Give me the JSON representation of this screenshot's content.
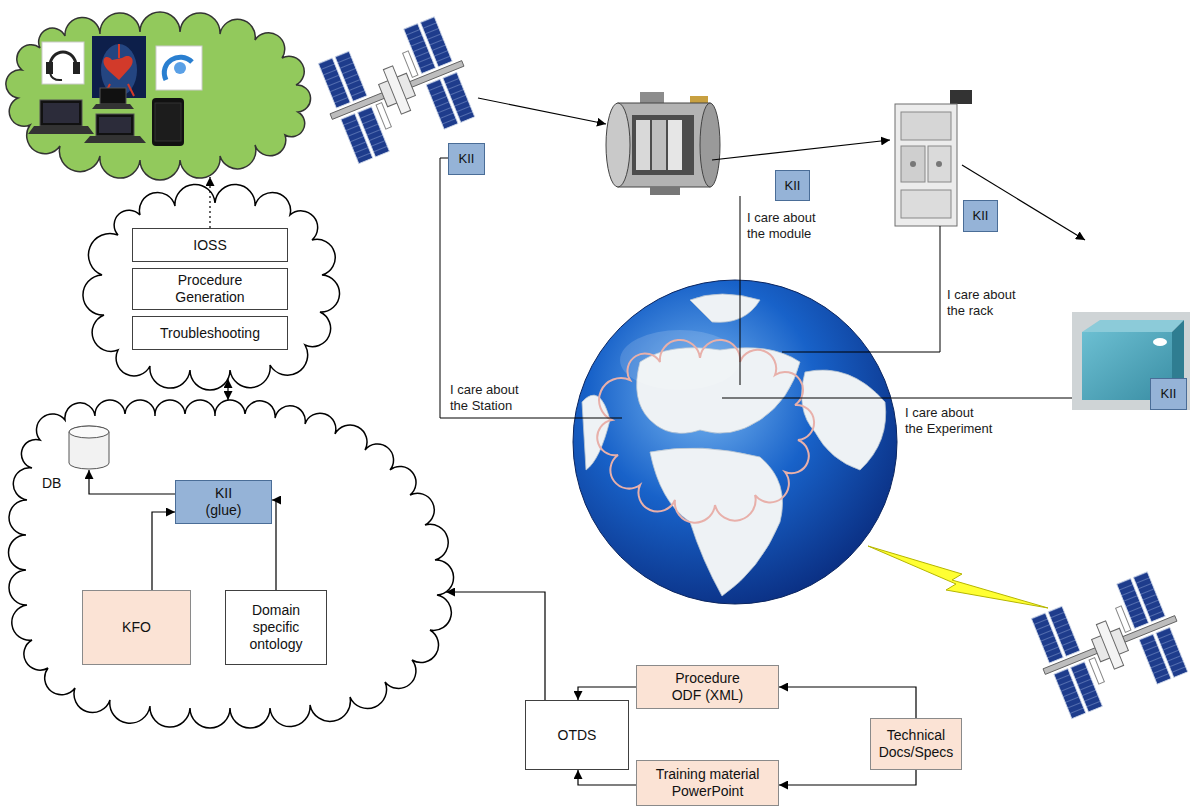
{
  "diagram": {
    "nodes": [
      {
        "text": [
          "IOSS"
        ]
      },
      {
        "text": [
          "Procedure Generation"
        ]
      },
      {
        "text": [
          "Troubleshooting"
        ]
      },
      {
        "text": [
          "KII"
        ]
      },
      {
        "text": [
          "KII"
        ]
      },
      {
        "text": [
          "KII"
        ]
      },
      {
        "text": [
          "KII"
        ]
      },
      {
        "text": [
          "DB"
        ]
      },
      {
        "text": [
          "KII (glue)"
        ]
      },
      {
        "text": [
          "KFO"
        ]
      },
      {
        "text": [
          "Domain specific ontology"
        ]
      },
      {
        "text": [
          "Procedure ODF (XML)"
        ]
      },
      {
        "text": [
          "OTDS"
        ]
      },
      {
        "text": [
          "Technical Docs/Specs"
        ]
      },
      {
        "text": [
          "Training material PowerPoint"
        ]
      }
    ],
    "edges": [
      {
        "from": 8,
        "to": 7,
        "arrow": "to"
      },
      {
        "from": 9,
        "to": 8,
        "arrow": "to"
      },
      {
        "from": 10,
        "to": 8,
        "arrow": "to"
      },
      {
        "from": 13,
        "to": 11,
        "arrow": "to"
      },
      {
        "from": 13,
        "to": 14,
        "arrow": "to"
      },
      {
        "from": 11,
        "to": 12,
        "arrow": "to"
      },
      {
        "from": 14,
        "to": 12,
        "arrow": "to"
      }
    ],
    "labels": [
      "I care about the module",
      "I care about the rack",
      "I care about the Station",
      "I care about the Experiment"
    ]
  }
}
